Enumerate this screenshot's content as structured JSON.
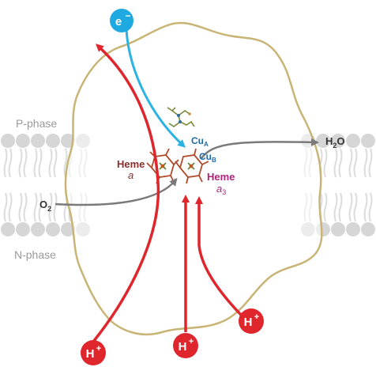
{
  "labels": {
    "p_phase": "P-phase",
    "n_phase": "N-phase",
    "electron": "e",
    "electron_sup": "−",
    "cua_base": "Cu",
    "cua_sub": "A",
    "cub_base": "Cu",
    "cub_sub": "B",
    "heme_a_line1": "Heme",
    "heme_a_line2": "a",
    "heme_a3_line1": "Heme",
    "heme_a3_line2": "a",
    "heme_a3_sub": "3",
    "o2_base": "O",
    "o2_sub": "2",
    "h2o_h": "H",
    "h2o_sub": "2",
    "h2o_o": "O",
    "proton_base": "H",
    "proton_sup": "+"
  },
  "colors": {
    "protein_outline": "#c8b475",
    "membrane_head": "#d6d6d6",
    "membrane_tail": "#dcdcdc",
    "proton_path": "#e0262d",
    "electron_path": "#2bb3e4",
    "gas_path": "#7a7a7a",
    "heme_label": "#8a2e2e",
    "heme_a3_label": "#b0227c",
    "cu_label": "#1d6aa8",
    "dark_label": "#333333",
    "phase_label": "#9a9a9a",
    "badge_text": "#ffffff"
  },
  "icons": {
    "electron_badge": "electron-badge-icon",
    "proton_badge": "proton-badge-icon",
    "heme_cluster": "heme-molecule-icon",
    "cua_cluster": "copper-center-icon"
  }
}
